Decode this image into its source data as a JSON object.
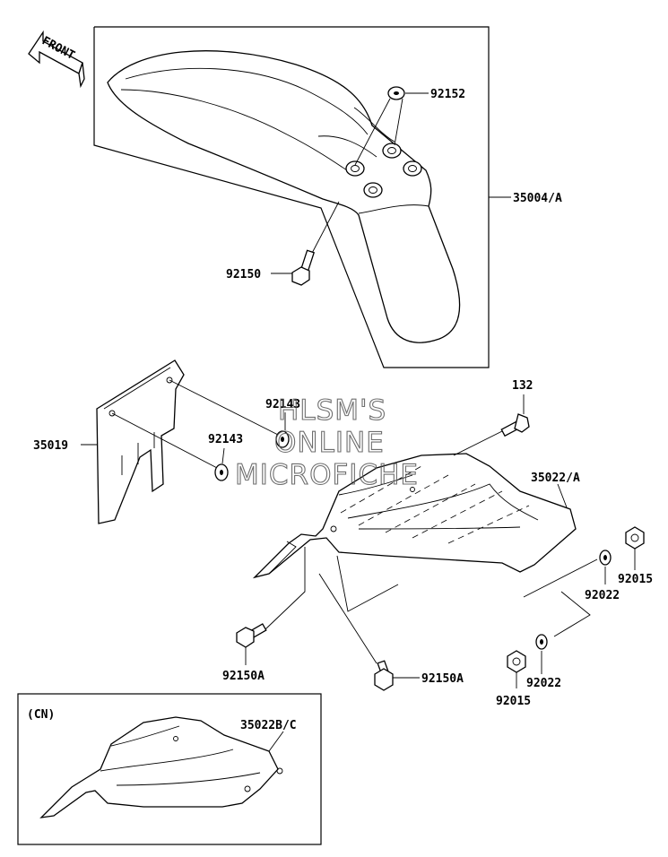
{
  "front_arrow": {
    "text": "FRONT"
  },
  "labels": {
    "p92152": "92152",
    "p35004A": "35004/A",
    "p92150": "92150",
    "p132": "132",
    "p92143a": "92143",
    "p92143b": "92143",
    "p35019": "35019",
    "p35022A": "35022/A",
    "p92015a": "92015",
    "p92022a": "92022",
    "p92150Aa": "92150A",
    "p92150Ab": "92150A",
    "p92022b": "92022",
    "p92015b": "92015",
    "cn": "(CN)",
    "p35022BC": "35022B/C"
  },
  "watermark": {
    "line1": "HLSM'S",
    "line2": "ONLINE",
    "line3": "MICROFICHE"
  }
}
